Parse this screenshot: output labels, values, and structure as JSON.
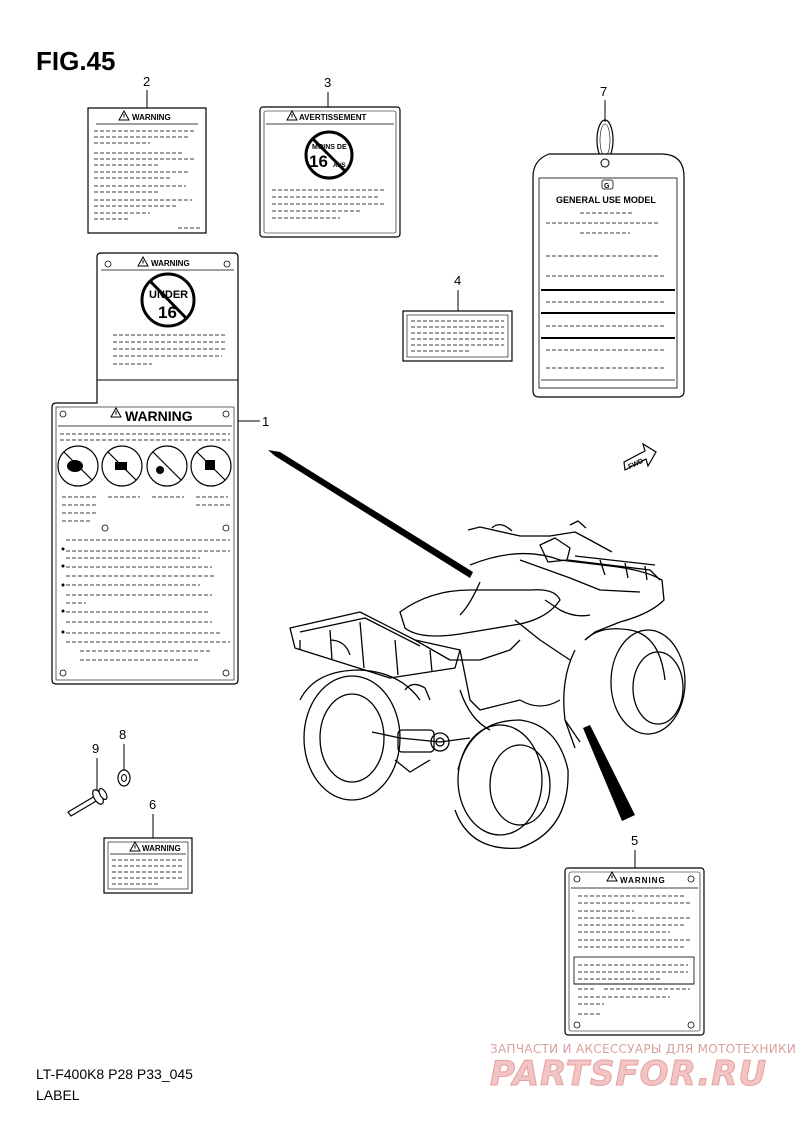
{
  "figure": {
    "title": "FIG.45",
    "model_code": "LT-F400K8 P28 P33_045",
    "section_label": "LABEL"
  },
  "callouts": [
    "1",
    "2",
    "3",
    "4",
    "5",
    "6",
    "7",
    "8",
    "9"
  ],
  "labels": {
    "label_1_upper": {
      "heading": "WARNING",
      "circle_text": [
        "UNDER",
        "16"
      ]
    },
    "label_1_lower": {
      "heading": "WARNING"
    },
    "label_2": {
      "heading": "WARNING"
    },
    "label_3": {
      "heading": "AVERTISSEMENT",
      "circle_text": [
        "MOINS DE",
        "16",
        "ANS"
      ]
    },
    "label_5": {
      "heading": "WARNING"
    },
    "label_6": {
      "heading": "WARNING"
    },
    "label_7": {
      "heading": "GENERAL USE MODEL",
      "badge": "G"
    },
    "fwd_arrow": "FWD"
  },
  "watermark": {
    "tagline": "ЗАПЧАСТИ И АКСЕССУАРЫ ДЛЯ МОТОТЕХНИКИ",
    "brand": "PARTSFOR.RU"
  }
}
